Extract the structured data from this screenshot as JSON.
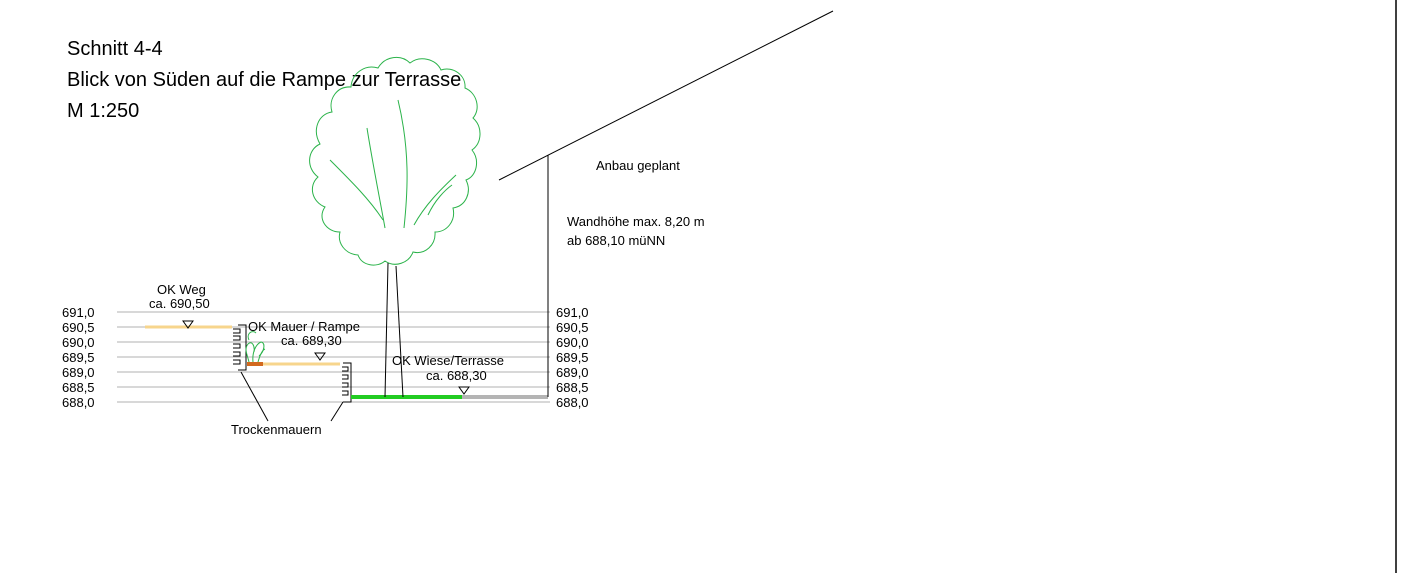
{
  "title": {
    "line1": "Schnitt 4-4",
    "line2": "Blick von Süden auf die Rampe zur Terrasse",
    "line3": "M 1:250"
  },
  "elevation_ticks": [
    "691,0",
    "690,5",
    "690,0",
    "689,5",
    "689,0",
    "688,5",
    "688,0"
  ],
  "labels": {
    "weg_name": "OK Weg",
    "weg_value": "ca. 690,50",
    "mauer_name": "OK Mauer / Rampe",
    "mauer_value": "ca. 689,30",
    "wiese_name": "OK Wiese/Terrasse",
    "wiese_value": "ca. 688,30",
    "trockenmauern": "Trockenmauern",
    "anbau": "Anbau geplant",
    "wandhoehe_1": "Wandhöhe max. 8,20 m",
    "wandhoehe_2": "ab 688,10 müNN"
  },
  "colors": {
    "path": "#f7d58c",
    "ramp_edge": "#d2691e",
    "lawn": "#22cc22",
    "terrace": "#b4b4b4",
    "tree": "#2bb34a",
    "grid": "#b0b0b0",
    "ink": "#000000"
  }
}
